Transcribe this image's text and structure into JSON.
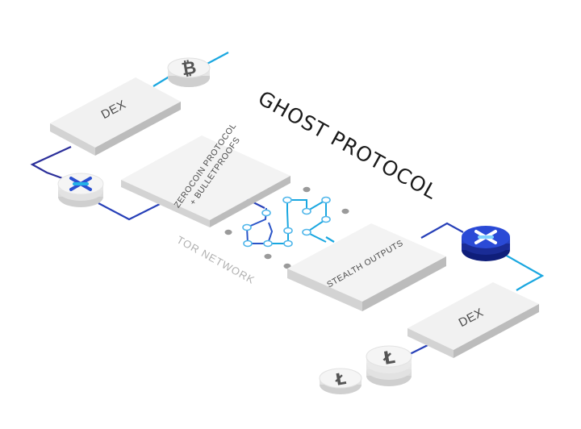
{
  "title": "GHOST PROTOCOL",
  "labels": {
    "dex_top": "DEX",
    "dex_bottom": "DEX",
    "zerocoin_line1": "ZEROCOIN PROTOCOL",
    "zerocoin_line2": "+ BULLETPROOFS",
    "stealth": "STEALTH OUTPUTS",
    "tor": "TOR NETWORK"
  },
  "colors": {
    "line_light": "#1aa7e0",
    "line_dark": "#2a3aa8",
    "coin_blue": "#1f3fc4",
    "block_top": "#f2f2f2",
    "block_side": "#d6d6d6"
  },
  "icons": {
    "bitcoin": "bitcoin-coin-icon",
    "ghost_grey": "ghost-x-coin-icon",
    "ghost_blue": "ghost-x-blue-coin-icon",
    "litecoin": "litecoin-coin-icon"
  }
}
